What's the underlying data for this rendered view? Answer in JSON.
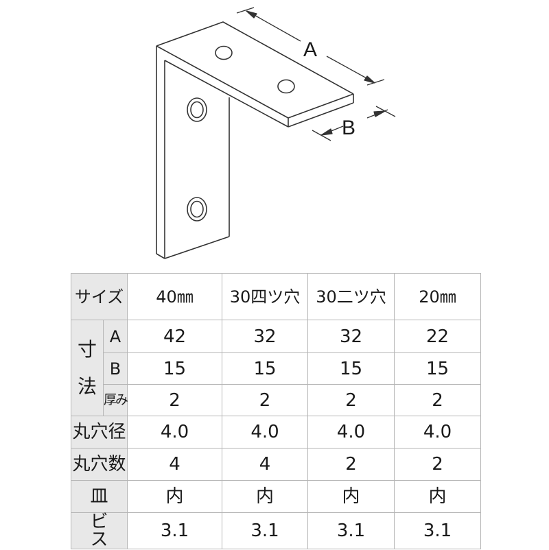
{
  "diagram": {
    "title": "L-bracket dimension diagram",
    "labels": {
      "a": "A",
      "b": "B"
    },
    "line_color": "#333333"
  },
  "table": {
    "corner_label": "サイズ",
    "columns": [
      "40㎜",
      "30四ツ穴",
      "30二ツ穴",
      "20㎜"
    ],
    "dimension_group_label": [
      "寸",
      "法"
    ],
    "rows": [
      {
        "label": "A",
        "group": "dimension",
        "values": [
          "42",
          "32",
          "32",
          "22"
        ]
      },
      {
        "label": "B",
        "group": "dimension",
        "values": [
          "15",
          "15",
          "15",
          "15"
        ]
      },
      {
        "label": "厚み",
        "group": "dimension",
        "values": [
          "2",
          "2",
          "2",
          "2"
        ]
      },
      {
        "label": "丸穴径",
        "values": [
          "4.0",
          "4.0",
          "4.0",
          "4.0"
        ]
      },
      {
        "label": "丸穴数",
        "values": [
          "4",
          "4",
          "2",
          "2"
        ]
      },
      {
        "label": "皿",
        "values": [
          "内",
          "内",
          "内",
          "内"
        ]
      },
      {
        "label": "ビス",
        "values": [
          "3.1",
          "3.1",
          "3.1",
          "3.1"
        ]
      }
    ],
    "label_bg": "#e8e8e8",
    "border_color": "#b5b5b5"
  }
}
